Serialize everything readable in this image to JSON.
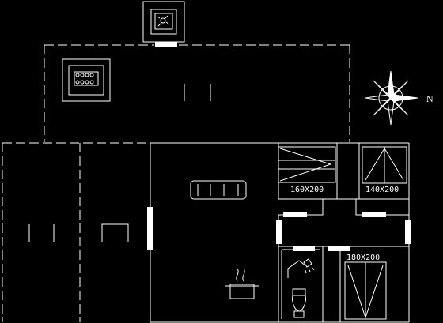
{
  "compass": {
    "label": "N"
  },
  "rooms": {
    "bedroom_1": {
      "bed_label": "160X200"
    },
    "bedroom_2": {
      "bed_label": "140X200"
    },
    "bedroom_3": {
      "bed_label": "180X200"
    }
  },
  "colors": {
    "background": "#000000",
    "line": "#ffffff"
  }
}
